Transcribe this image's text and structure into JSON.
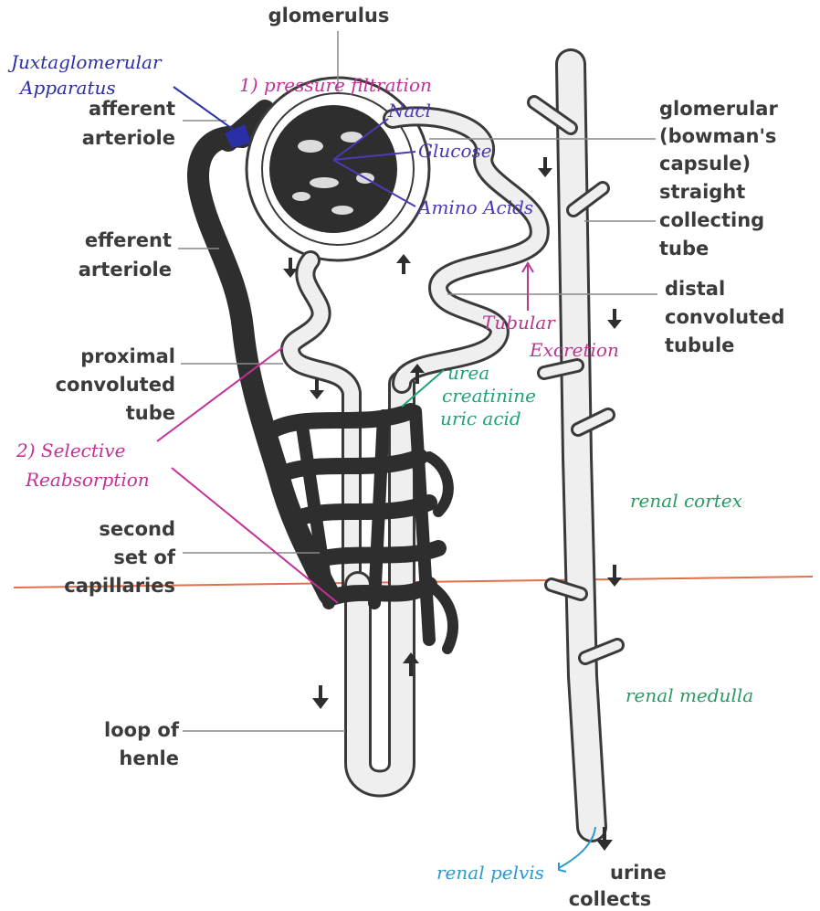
{
  "labels": {
    "glomerulus": "glomerulus",
    "afferent_1": "afferent",
    "afferent_2": "arteriole",
    "efferent_1": "efferent",
    "efferent_2": "arteriole",
    "proximal_1": "proximal",
    "proximal_2": "convoluted",
    "proximal_3": "tube",
    "second_1": "second",
    "second_2": "set of",
    "second_3": "capillaries",
    "loop_1": "loop of",
    "loop_2": "henle",
    "bowman_1": "glomerular",
    "bowman_2": "(bowman's",
    "bowman_3": "capsule)",
    "collecting_1": "straight",
    "collecting_2": "collecting",
    "collecting_3": "tube",
    "distal_1": "distal",
    "distal_2": "convoluted",
    "distal_3": "tubule",
    "urine_1": "urine",
    "urine_2": "collects"
  },
  "annotations": {
    "juxta_1": "Juxtaglomerular",
    "juxta_2": "Apparatus",
    "pressure": "1) pressure filtration",
    "nacl": "Nacl",
    "glucose": "Glucose",
    "amino": "Amino Acids",
    "tubular_1": "Tubular",
    "tubular_2": "Excretion",
    "urea_1": "urea",
    "urea_2": "creatinine",
    "urea_3": "uric acid",
    "selective_1": "2) Selective",
    "selective_2": "Reabsorption",
    "cortex": "renal cortex",
    "medulla": "renal medulla",
    "pelvis": "renal pelvis"
  },
  "colors": {
    "juxta": "#2b2fa6",
    "filtration": "#c4309a",
    "filtrate_items": "#4a3bb5",
    "excretion": "#b5398f",
    "urea": "#1fa37a",
    "cortex": "#2a9a63",
    "pelvis": "#2a9ad1",
    "boundary": "#e0704a"
  }
}
